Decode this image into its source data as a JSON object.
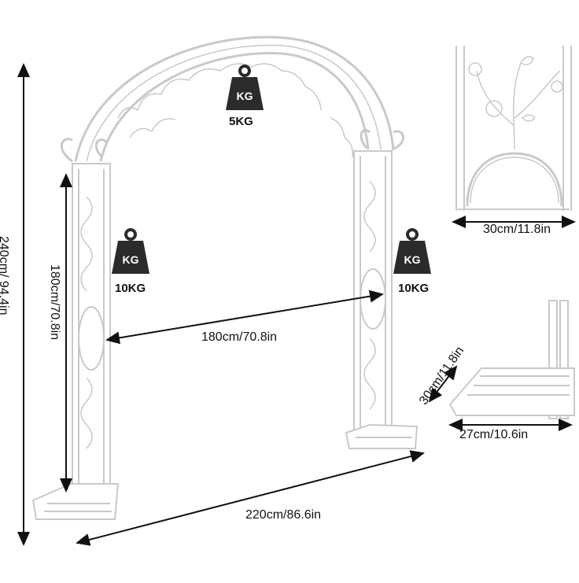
{
  "dimensions": {
    "total_height": "240cm/ 94.4in",
    "side_height": "180cm/70.8in",
    "inner_width": "180cm/70.8in",
    "total_width": "220cm/86.6in",
    "panel_width": "30cm/11.8in",
    "base_depth": "30cm/11.8in",
    "base_width": "27cm/10.6in"
  },
  "weights": {
    "badge_text": "KG",
    "top": "5KG",
    "left": "10KG",
    "right": "10KG"
  },
  "colors": {
    "frame_stroke": "#c9c9c9",
    "frame_fill": "#ffffff",
    "line": "#111111",
    "weight_icon": "#2b2b2b"
  }
}
